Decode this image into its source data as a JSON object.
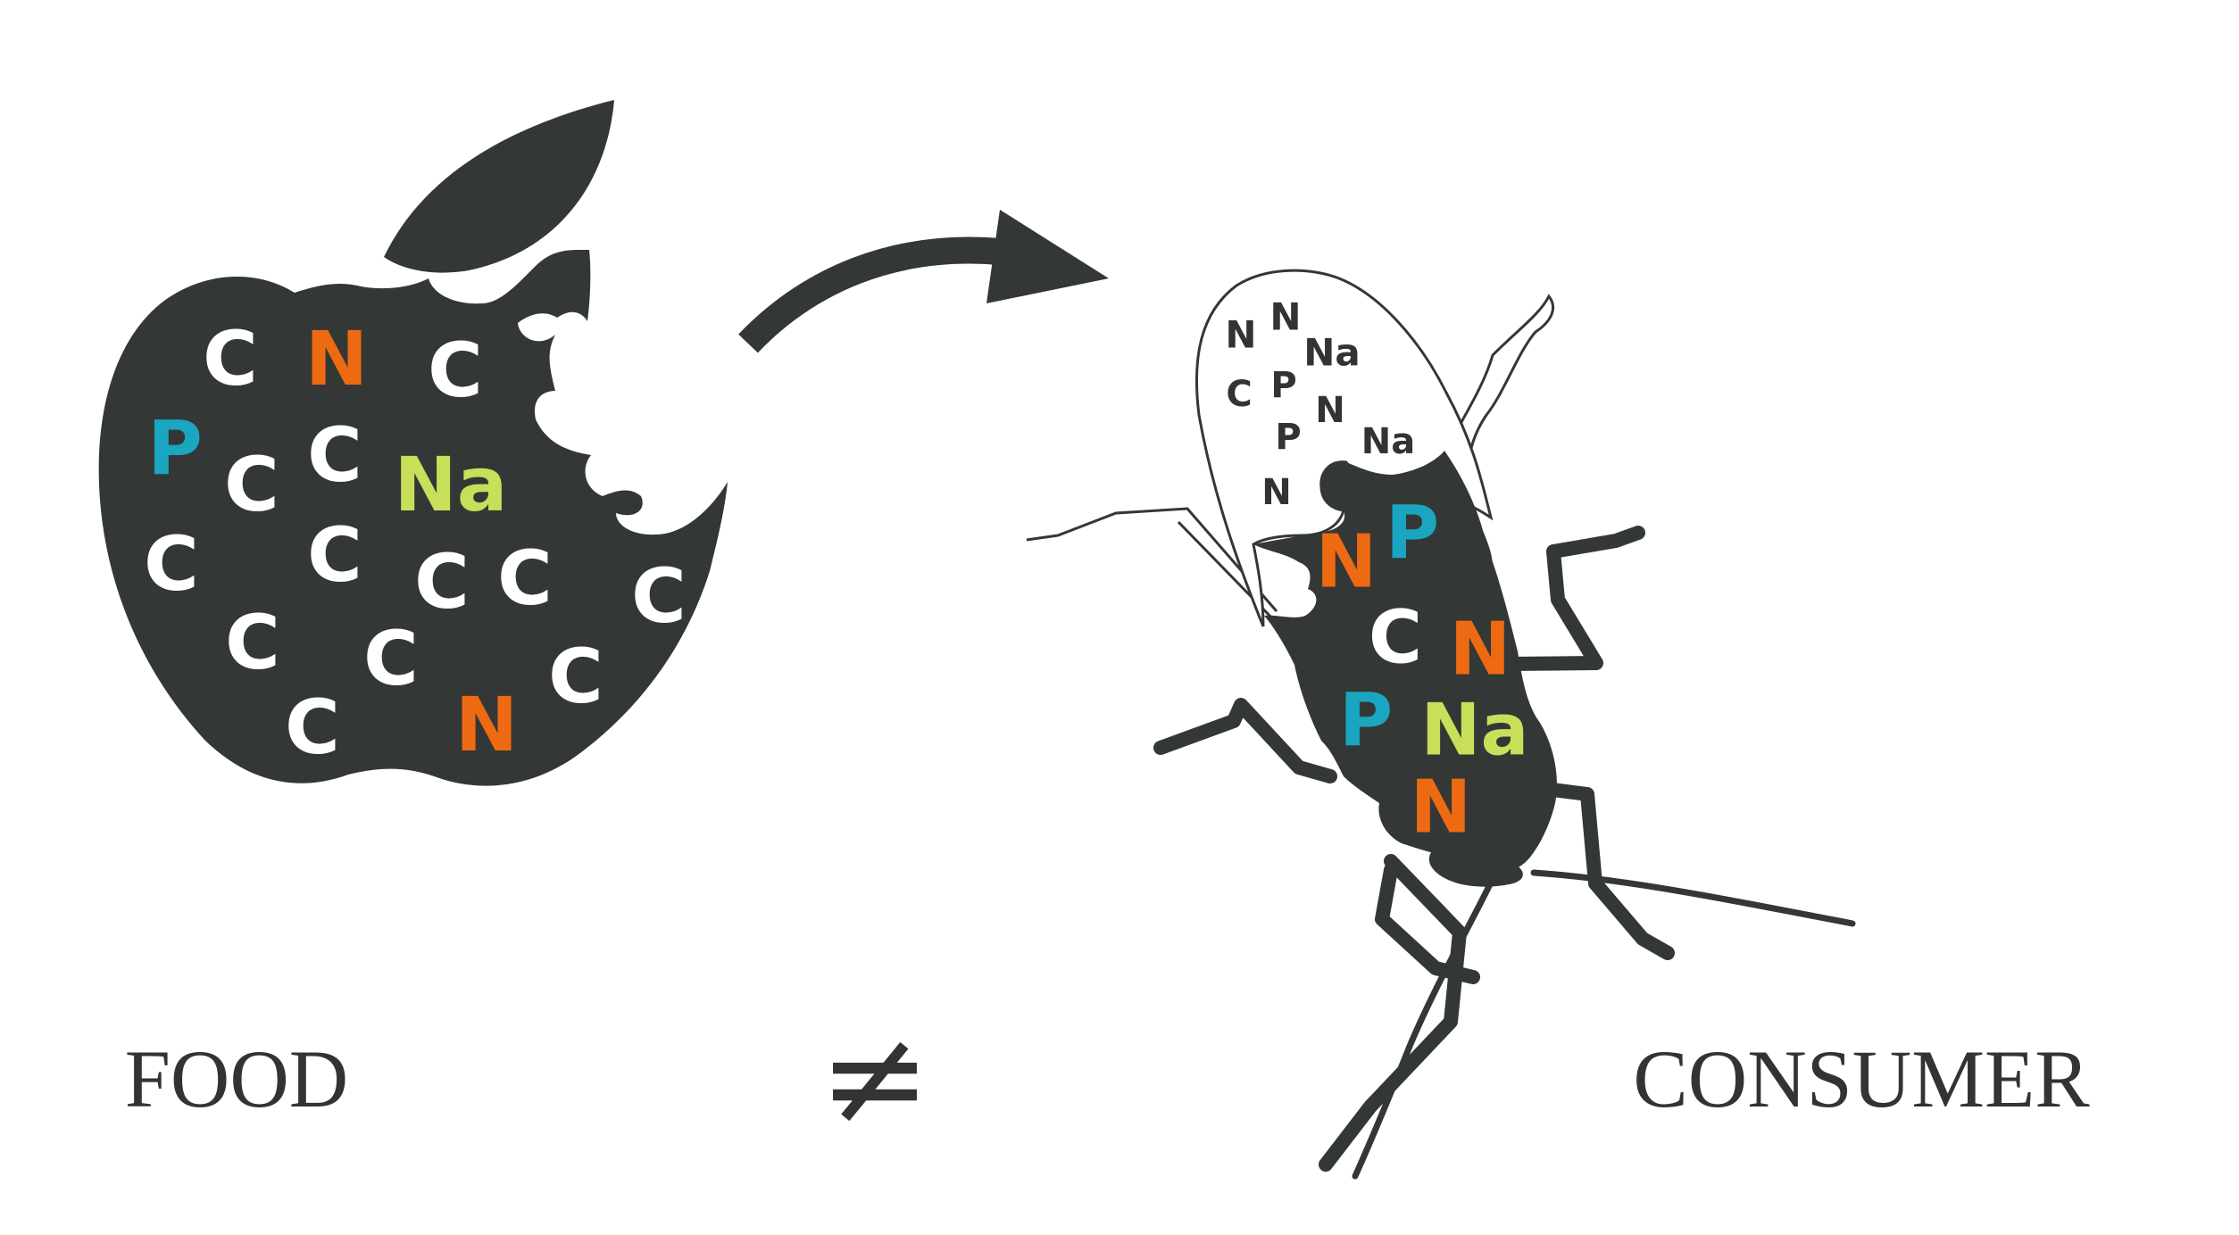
{
  "labels": {
    "food": "FOOD",
    "not_equal": "≠",
    "consumer": "CONSUMER"
  },
  "colors": {
    "silhouette": "#333836",
    "carbon": "#ffffff",
    "nitrogen": "#ee6a12",
    "phosphorus": "#1aa6c0",
    "sodium": "#c8df5a",
    "wing_letters": "#333333"
  },
  "icons": {
    "food": "apple-icon",
    "consumer": "beetle-icon",
    "arrow": "curved-arrow-icon"
  },
  "food_elements": [
    "C",
    "N",
    "C",
    "P",
    "C",
    "C",
    "Na",
    "C",
    "C",
    "C",
    "C",
    "C",
    "C",
    "C",
    "C",
    "C",
    "N"
  ],
  "consumer_elements": [
    "N",
    "P",
    "C",
    "N",
    "P",
    "Na",
    "N"
  ],
  "wing_elements": [
    "N",
    "N",
    "Na",
    "C",
    "P",
    "N",
    "P",
    "Na",
    "N"
  ]
}
